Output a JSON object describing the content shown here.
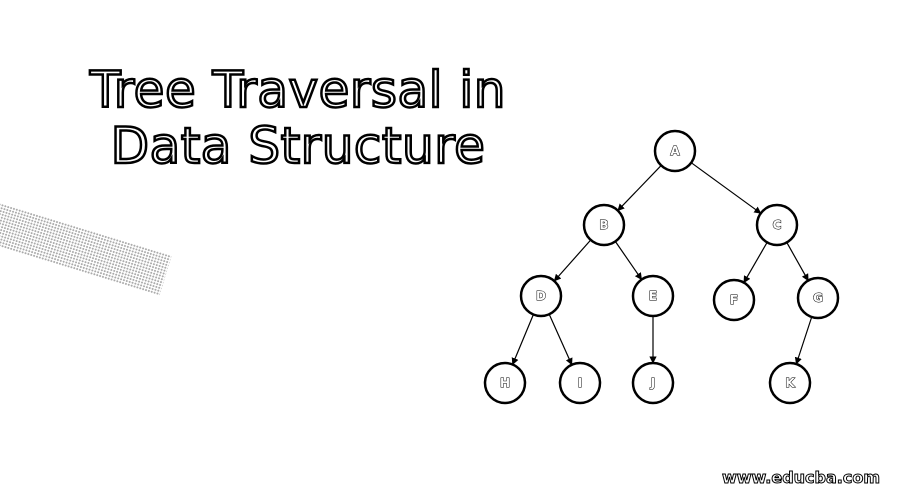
{
  "title": {
    "line1": "Tree Traversal in",
    "line2": "Data Structure"
  },
  "tree": {
    "root": "A",
    "nodes": [
      {
        "id": "A",
        "label": "A",
        "children": [
          "B",
          "C"
        ]
      },
      {
        "id": "B",
        "label": "B",
        "children": [
          "D",
          "E"
        ]
      },
      {
        "id": "C",
        "label": "C",
        "children": [
          "F",
          "G"
        ]
      },
      {
        "id": "D",
        "label": "D",
        "children": [
          "H",
          "I"
        ]
      },
      {
        "id": "E",
        "label": "E",
        "children": [
          "J"
        ]
      },
      {
        "id": "F",
        "label": "F",
        "children": []
      },
      {
        "id": "G",
        "label": "G",
        "children": [
          "K"
        ]
      },
      {
        "id": "H",
        "label": "H",
        "children": []
      },
      {
        "id": "I",
        "label": "I",
        "children": []
      },
      {
        "id": "J",
        "label": "J",
        "children": []
      },
      {
        "id": "K",
        "label": "K",
        "children": []
      }
    ]
  },
  "watermark": "www.educba.com"
}
